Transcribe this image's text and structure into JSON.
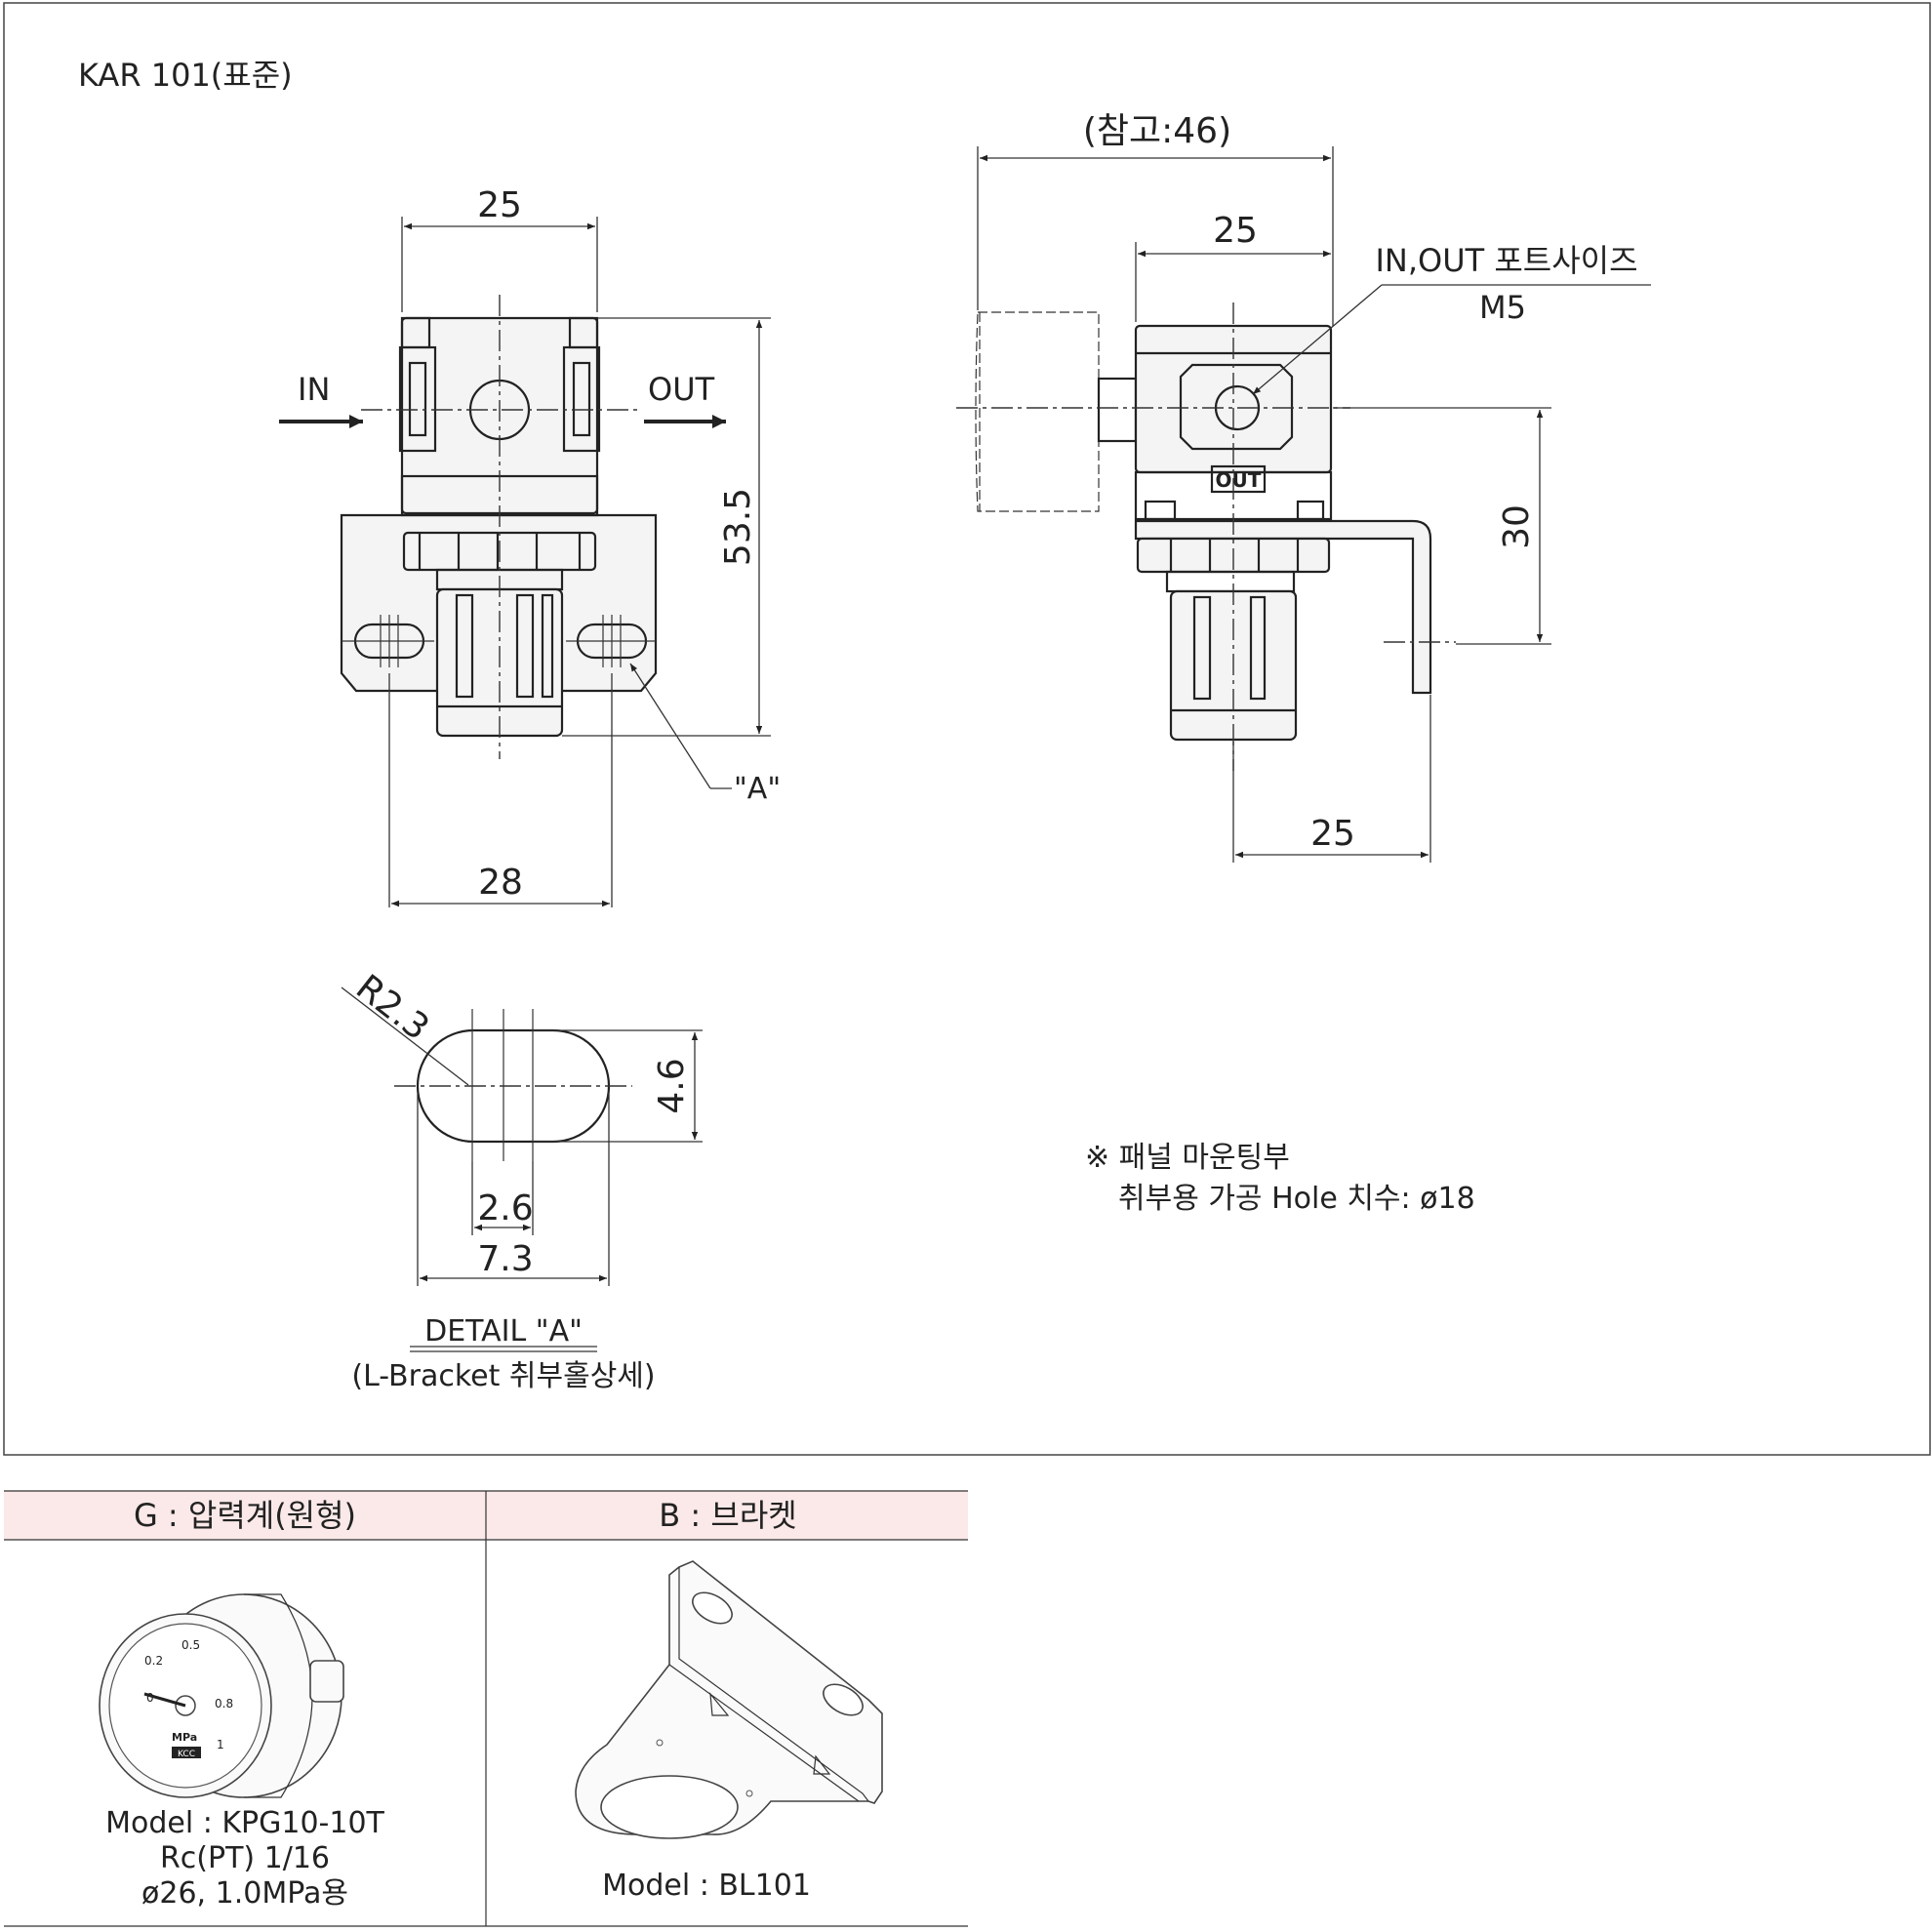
{
  "drawing": {
    "title": "KAR 101(표준)",
    "front": {
      "in_label": "IN",
      "out_label": "OUT",
      "dim_top": "25",
      "dim_height": "53.5",
      "dim_bottom": "28",
      "detail_ref": "\"A\""
    },
    "side": {
      "dim_ref": "(참고:46)",
      "dim_top": "25",
      "port_label": "IN,OUT 포트사이즈",
      "port_size": "M5",
      "out_mark": "OUT",
      "dim_height": "30",
      "dim_bottom": "25"
    },
    "detail": {
      "radius": "R2.3",
      "height": "4.6",
      "inner": "2.6",
      "outer": "7.3",
      "title": "DETAIL  \"A\"",
      "subtitle": "(L-Bracket  취부홀상세)"
    },
    "note": {
      "line1": "※ 패널 마운팅부",
      "line2": "취부용 가공 Hole 치수: ø18"
    }
  },
  "options_table": {
    "columns": [
      {
        "header": "G : 압력계(원형)",
        "caption": [
          "Model : KPG10-10T",
          "Rc(PT)  1/16",
          "ø26, 1.0MPa용"
        ],
        "gauge_scale": [
          "0",
          "0.2",
          "0.5",
          "0.8",
          "1"
        ],
        "gauge_unit": "MPa",
        "gauge_brand": "KCC"
      },
      {
        "header": "B : 브라켓",
        "caption": [
          "Model : BL101"
        ]
      }
    ],
    "header_color": "#fbe9e9"
  }
}
